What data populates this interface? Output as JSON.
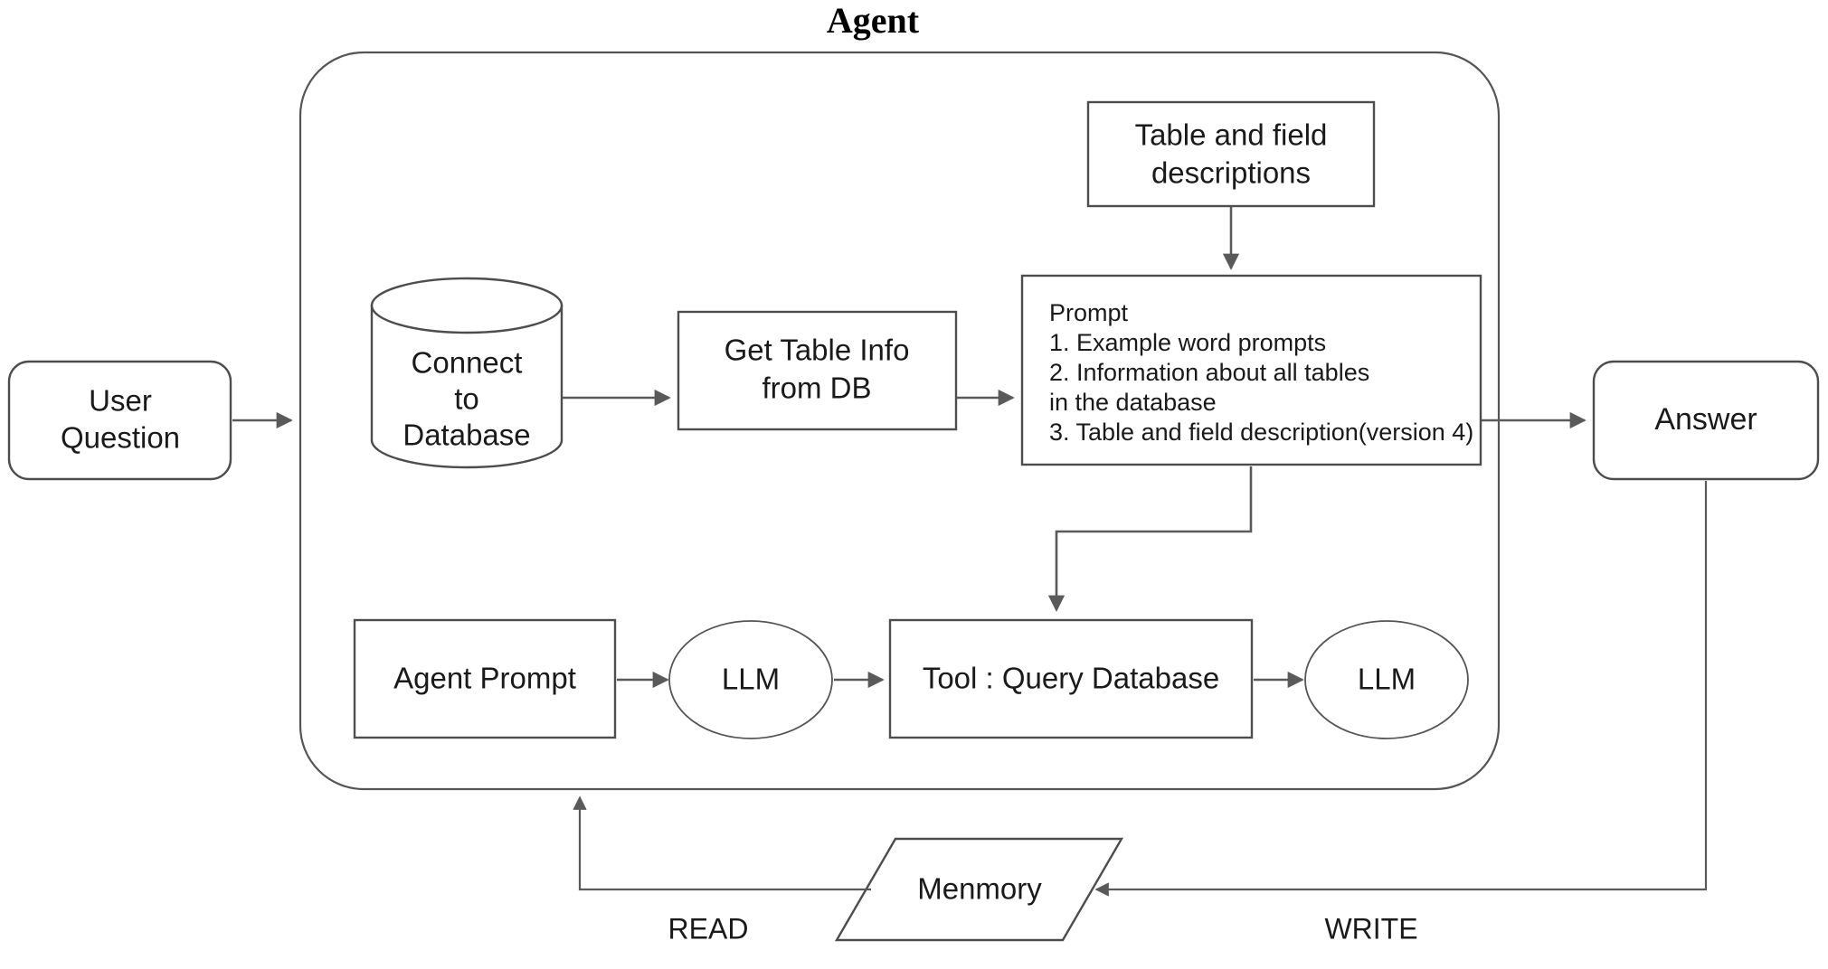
{
  "diagram": {
    "title": "Agent",
    "nodes": {
      "user_question": {
        "line1": "User",
        "line2": "Question"
      },
      "connect_db": {
        "line1": "Connect",
        "line2": "to",
        "line3": "Database"
      },
      "get_table_info": {
        "line1": "Get Table Info",
        "line2": "from DB"
      },
      "table_field_desc": {
        "line1": "Table and field",
        "line2": "descriptions"
      },
      "prompt_box": {
        "heading": "Prompt",
        "items": [
          "1. Example word prompts",
          "2. Information about all tables",
          "    in the database",
          "3. Table and field description(version 4)"
        ]
      },
      "answer": {
        "label": "Answer"
      },
      "agent_prompt": {
        "label": "Agent Prompt"
      },
      "llm_first": {
        "label": "LLM"
      },
      "tool_query_db": {
        "label": "Tool : Query Database"
      },
      "llm_second": {
        "label": "LLM"
      },
      "memory": {
        "label": "Menmory"
      }
    },
    "edge_labels": {
      "read": "READ",
      "write": "WRITE"
    },
    "colors": {
      "shape_stroke": "#4d4d4d",
      "connector": "#5a5a5a",
      "background": "#ffffff",
      "text": "#1a1a1a"
    }
  }
}
